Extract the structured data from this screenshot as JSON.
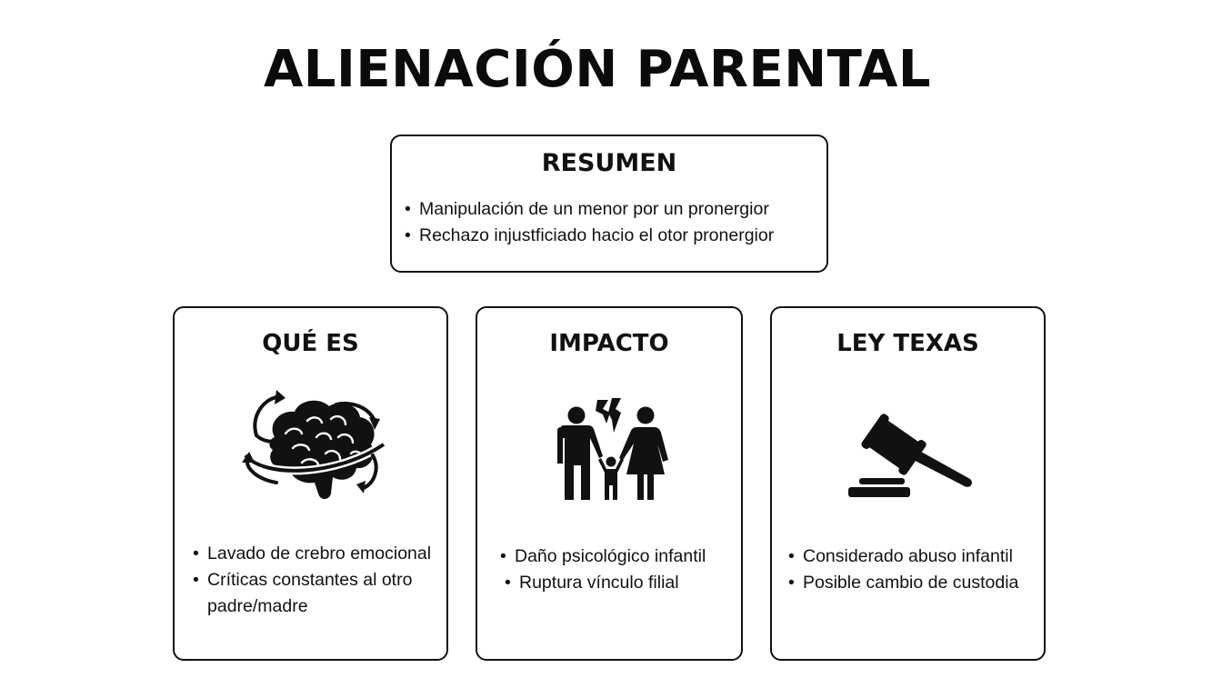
{
  "title": "ALIENACIÓN PARENTAL",
  "summary": {
    "heading": "RESUMEN",
    "items": [
      "Manipulación de un menor por un pronergior",
      "Rechazo injustficiado hacio el otor pronergior"
    ]
  },
  "cards": [
    {
      "heading": "QUÉ ES",
      "icon": "brain-cycle-icon",
      "items": [
        "Lavado de crebro emocional",
        "Críticas constantes al otro",
        "padre/madre"
      ]
    },
    {
      "heading": "IMPACTO",
      "icon": "broken-family-icon",
      "items": [
        "Daño psicológico infantil",
        "Ruptura vínculo filial"
      ]
    },
    {
      "heading": "LEY TEXAS",
      "icon": "gavel-icon",
      "items": [
        "Considerado abuso infantil",
        "Posible cambio de custodia"
      ]
    }
  ],
  "bullet": "•",
  "colors": {
    "ink": "#111111",
    "background": "#ffffff"
  }
}
